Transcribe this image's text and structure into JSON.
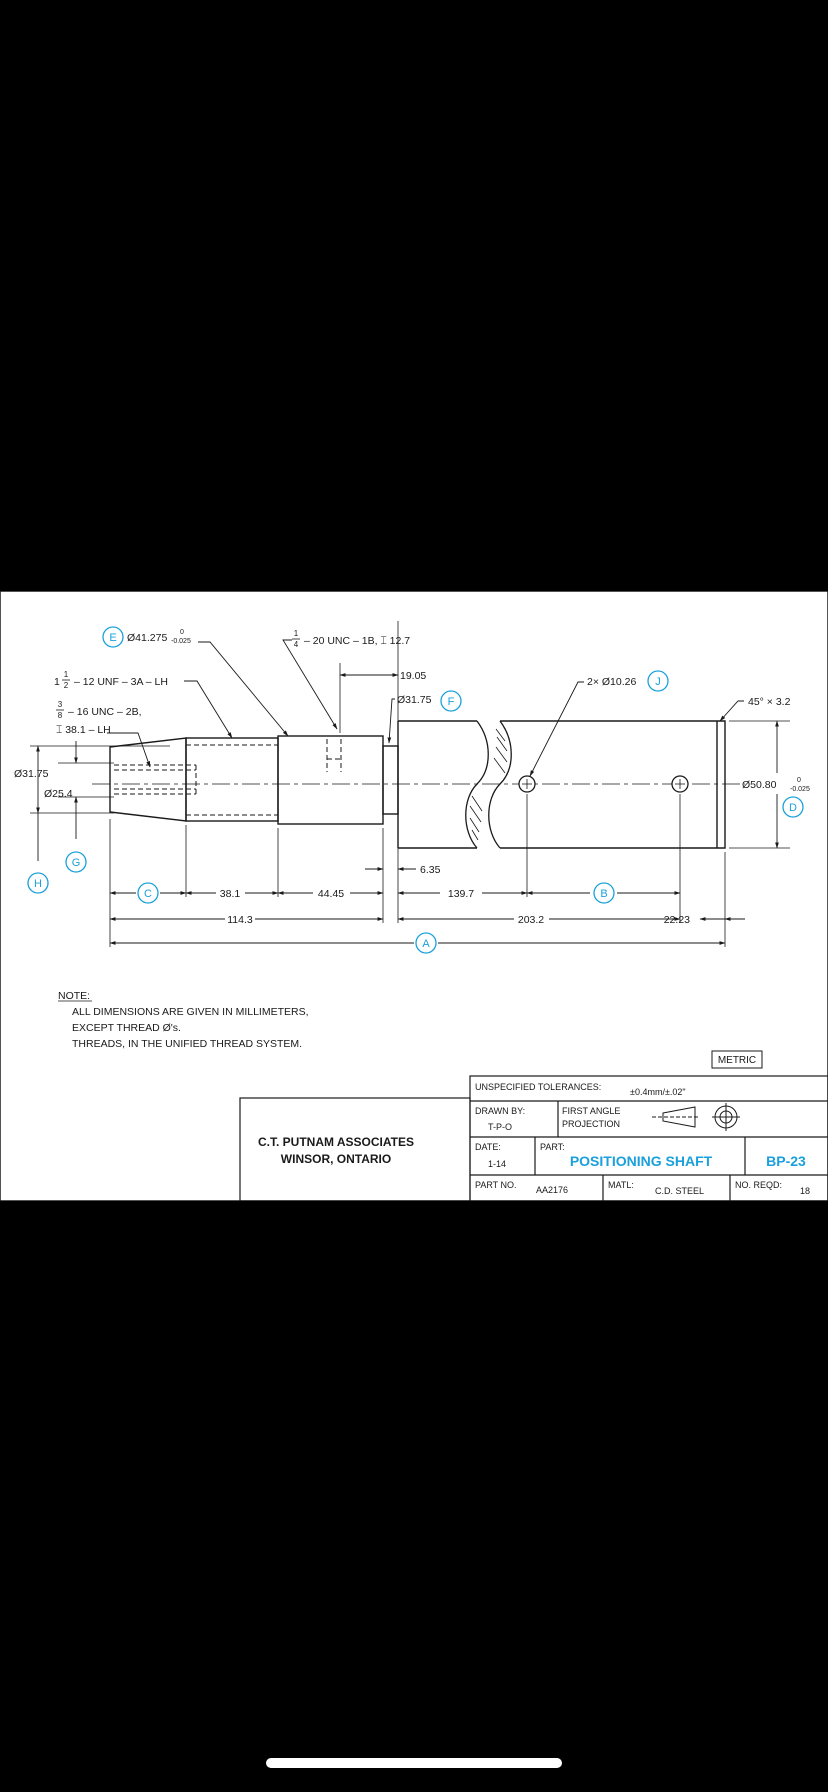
{
  "colors": {
    "background": "#000000",
    "paper": "#ffffff",
    "ink": "#1a1a1a",
    "accent": "#1aa0dc"
  },
  "callouts": {
    "E": "E",
    "F": "F",
    "J": "J",
    "D": "D",
    "G": "G",
    "H": "H",
    "C": "C",
    "B": "B",
    "A": "A"
  },
  "labels": {
    "dia_e": "Ø41.275",
    "dia_e_tol_upper": "0",
    "dia_e_tol_lower": "-0.025",
    "thread_top_frac_num": "1",
    "thread_top_frac_den": "4",
    "thread_top": "– 20 UNC – 1B, ⌶ 12.7",
    "thread_left_whole": "1",
    "thread_left_frac_num": "1",
    "thread_left_frac_den": "2",
    "thread_left": "– 12 UNF – 3A – LH",
    "thread_inner_frac_num": "3",
    "thread_inner_frac_den": "8",
    "thread_inner_line1": "– 16 UNC – 2B,",
    "thread_inner_line2": "⌶ 38.1 – LH",
    "dim_19_05": "19.05",
    "dia_f": "Ø31.75",
    "holes": "2× Ø10.26",
    "chamfer": "45° × 3.2",
    "dia_h": "Ø31.75",
    "dia_g": "Ø25.4",
    "dia_d": "Ø50.80",
    "dia_d_tol_upper": "0",
    "dia_d_tol_lower": "-0.025",
    "dim_6_35": "6.35",
    "dim_38_1": "38.1",
    "dim_44_45": "44.45",
    "dim_139_7": "139.7",
    "dim_114_3": "114.3",
    "dim_203_2": "203.2",
    "dim_22_23": "22.23"
  },
  "notes": {
    "heading": "NOTE:",
    "line1": "ALL DIMENSIONS ARE GIVEN IN MILLIMETERS,",
    "line2": "EXCEPT THREAD Ø's.",
    "line3": "THREADS, IN THE UNIFIED THREAD SYSTEM."
  },
  "metric_box": "METRIC",
  "title_block": {
    "company_line1": "C.T. PUTNAM ASSOCIATES",
    "company_line2": "WINSOR, ONTARIO",
    "tolerances_label": "UNSPECIFIED TOLERANCES:",
    "tolerances_value": "±0.4mm/±.02\"",
    "drawn_by_label": "DRAWN BY:",
    "drawn_by_value": "T-P-O",
    "projection_line1": "FIRST ANGLE",
    "projection_line2": "PROJECTION",
    "date_label": "DATE:",
    "date_value": "1-14",
    "part_label": "PART:",
    "part_value": "POSITIONING SHAFT",
    "drawing_number": "BP-23",
    "part_no_label": "PART NO.",
    "part_no_value": "AA2176",
    "matl_label": "MATL:",
    "matl_value": "C.D. STEEL",
    "no_reqd_label": "NO. REQD:",
    "no_reqd_value": "18"
  }
}
